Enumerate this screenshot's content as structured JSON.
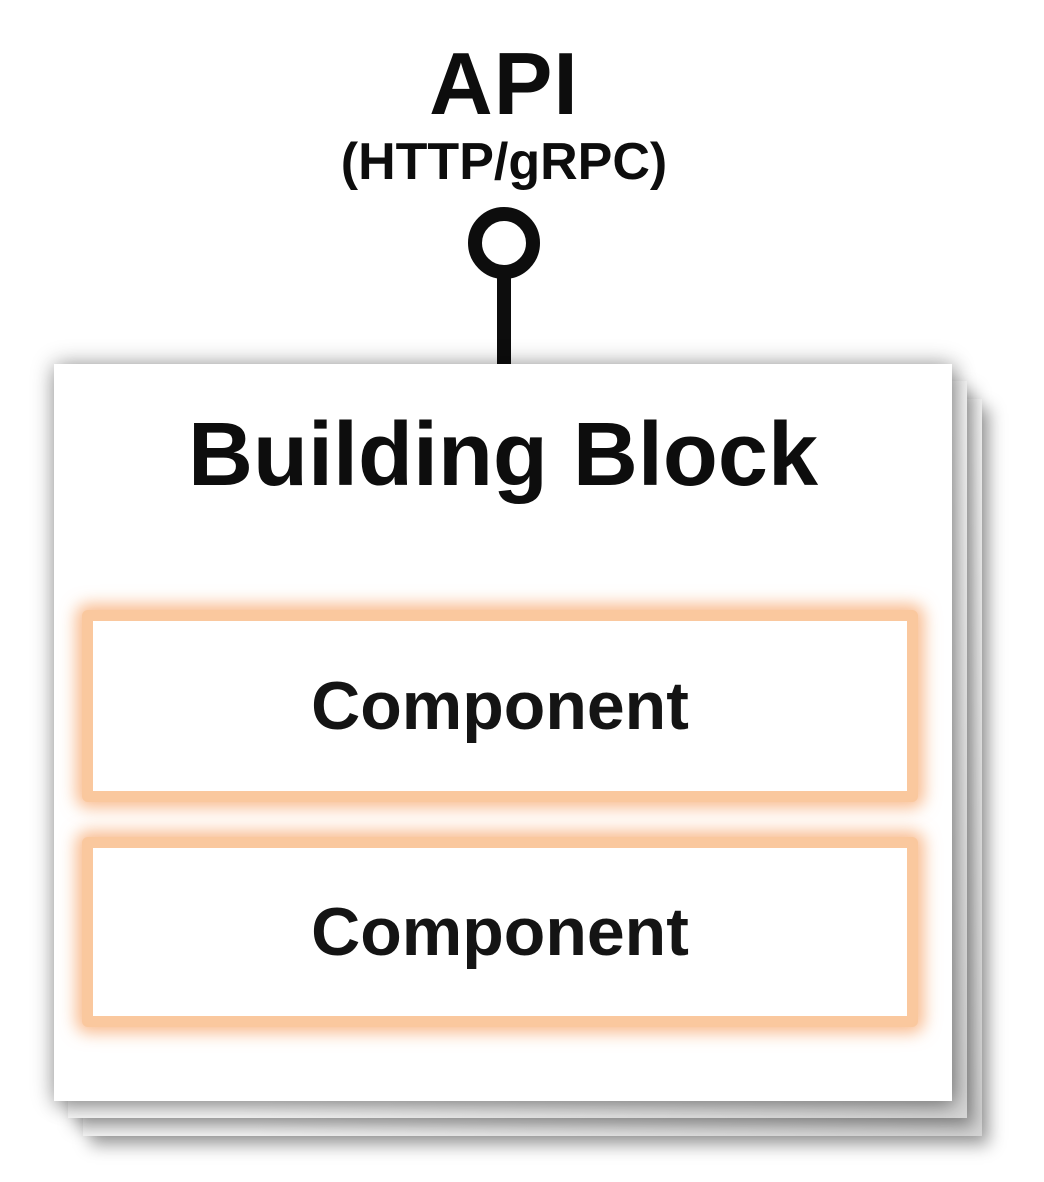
{
  "api": {
    "label": "API",
    "protocol": "(HTTP/gRPC)"
  },
  "building_block": {
    "title": "Building Block",
    "components": [
      {
        "label": "Component"
      },
      {
        "label": "Component"
      }
    ]
  },
  "colors": {
    "ink": "#0d0d0d",
    "accent_orange": "#fac89e",
    "glow_orange": "rgba(247,166,107,0.75)",
    "page_gray": "#d7d7d7"
  }
}
